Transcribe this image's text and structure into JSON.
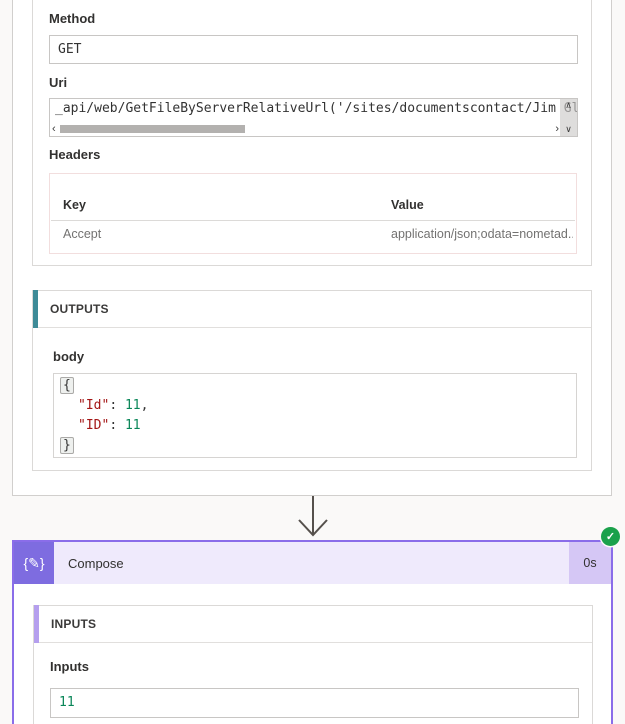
{
  "http_action": {
    "method_label": "Method",
    "method_value": "GET",
    "uri_label": "Uri",
    "uri_value": "_api/web/GetFileByServerRelativeUrl('/sites/documentscontact/Jim Gl",
    "uri_scrollbar": {
      "left_arrow": "‹",
      "right_arrow": "›",
      "up_arrow": "∧",
      "down_arrow": "∨"
    },
    "headers_label": "Headers",
    "headers_table": {
      "key_column": "Key",
      "value_column": "Value",
      "rows": [
        {
          "key": "Accept",
          "value": "application/json;odata=nometad..."
        }
      ]
    },
    "outputs_section": {
      "title": "OUTPUTS",
      "body_label": "body",
      "json_body": {
        "open_brace": "{",
        "close_brace": "}",
        "entries": [
          {
            "key": "\"Id\"",
            "separator": ": ",
            "value": "11",
            "trailing": ","
          },
          {
            "key": "\"ID\"",
            "separator": ": ",
            "value": "11",
            "trailing": ""
          }
        ]
      }
    }
  },
  "compose_action": {
    "icon_glyph": "{✎}",
    "title": "Compose",
    "duration": "0s",
    "status_icon": "✓",
    "inputs_section": {
      "title": "INPUTS",
      "inputs_label": "Inputs",
      "inputs_value": "11"
    }
  },
  "colors": {
    "outputs_accent": "#3e8b97",
    "inputs_accent": "#b59fee",
    "compose_icon_purple": "#7e6ce0",
    "compose_border_purple": "#8a6de9",
    "compose_header_bg": "#efeafc",
    "compose_duration_bg": "#d5c7f5",
    "success_green": "#1aa14b",
    "json_key_red": "#a31515",
    "json_number_green": "#098658"
  }
}
